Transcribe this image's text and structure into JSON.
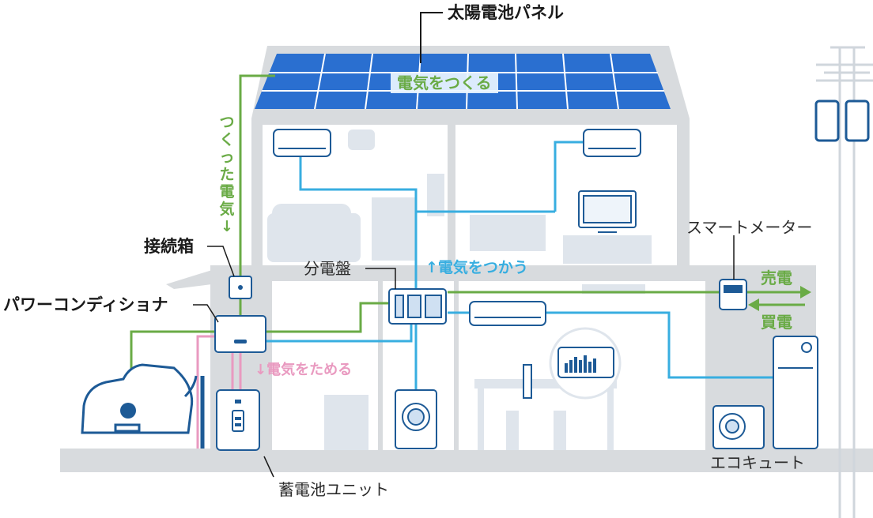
{
  "labels": {
    "solar_panel": "太陽電池パネル",
    "make_electricity": "電気をつくる",
    "generated_flow": "つくった電気↓",
    "junction_box": "接続箱",
    "power_conditioner": "パワーコンディショナ",
    "distribution_board": "分電盤",
    "use_electricity": "↑電気をつかう",
    "store_electricity": "↓電気をためる",
    "smart_meter": "スマートメーター",
    "sell": "売電",
    "buy": "買電",
    "battery_unit": "蓄電池ユニット",
    "ecocute": "エコキュート"
  },
  "colors": {
    "generation_line": "#6aab46",
    "consumption_line": "#38aee0",
    "storage_line": "#e99ac0",
    "house_fill": "#d8dbde",
    "room_fill": "#ffffff",
    "furniture_fill": "#dfe5ec",
    "device_outline": "#1d5a96",
    "panel_fill": "#2a6fd0"
  },
  "icons": {
    "solar_panel": "solar-panel-icon",
    "air_conditioner": "air-conditioner-icon",
    "television": "television-icon",
    "washing_machine": "washing-machine-icon",
    "router": "router-icon",
    "monitor": "energy-monitor-icon",
    "car": "electric-car-icon",
    "battery": "battery-icon",
    "utility_pole": "utility-pole-icon",
    "heat_pump": "heat-pump-icon"
  }
}
